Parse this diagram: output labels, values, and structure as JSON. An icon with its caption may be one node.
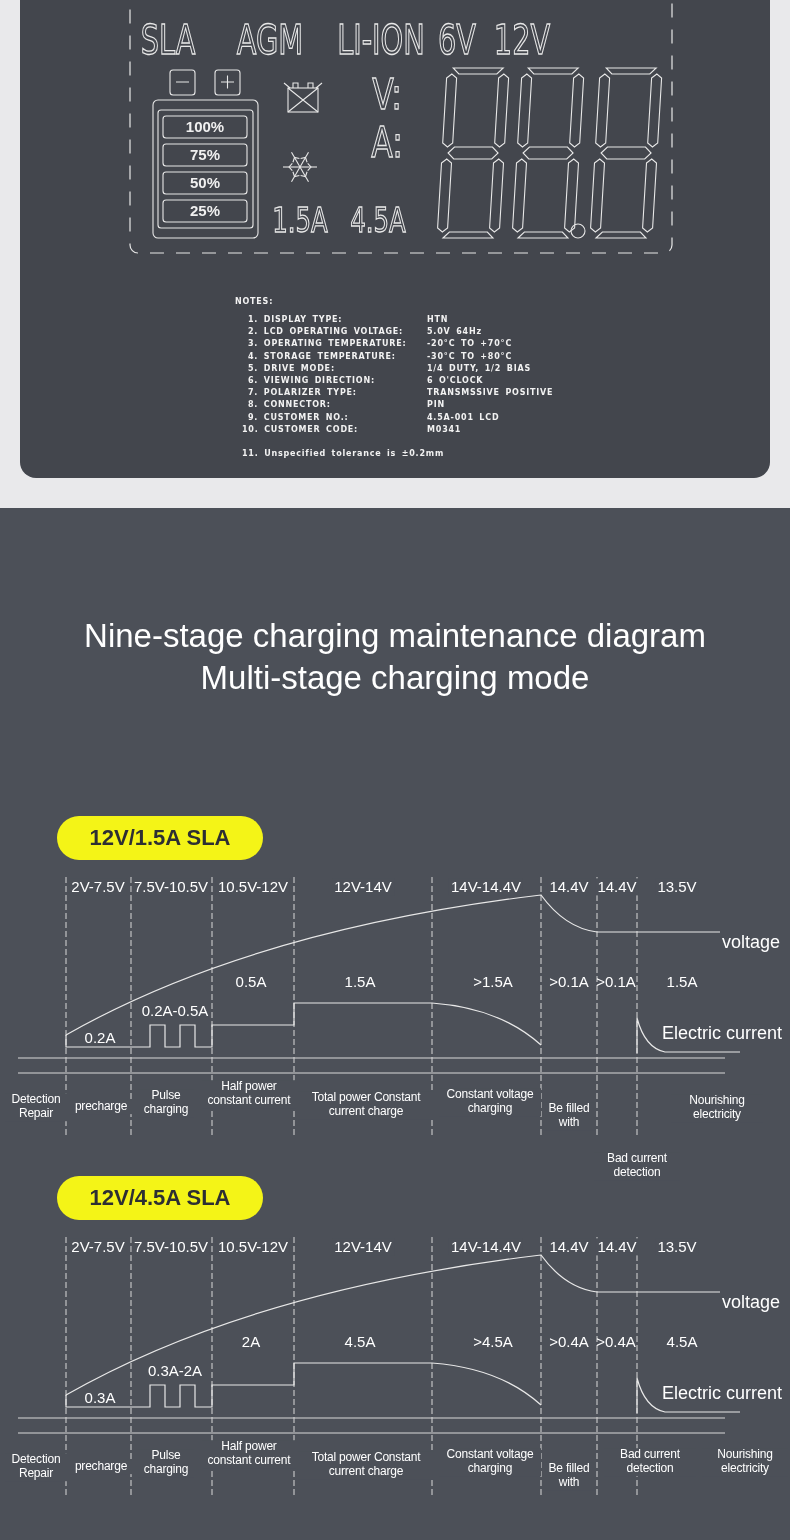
{
  "diagram": {
    "title": "Nine-stage charging maintenance diagram",
    "labels": [
      "SLA",
      "AGM",
      "LI-ION",
      "6V",
      "12V",
      "100%",
      "75%",
      "50%",
      "25%",
      "V:",
      "A:",
      "1.5A",
      "4.5A",
      "NOTES:",
      "1. DISPLAY TYPE:",
      "HTN",
      "2. LCD OPERATING VOLTAGE:",
      "5.0V 64Hz",
      "3. OPERATING TEMPERATURE:",
      "-20°C TO +70°C",
      "4. STORAGE TEMPERATURE:",
      "-30°C TO +80°C",
      "5. DRIVE MODE:",
      "1/4 DUTY, 1/2 BIAS",
      "6. VIEWING DIRECTION:",
      "6 O'CLOCK",
      "7. POLARIZER TYPE:",
      "TRANSMSSIVE POSITIVE",
      "8. CONNECTOR:",
      "PIN",
      "9. CUSTOMER NO.:",
      "4.5A-001 LCD",
      "10. CUSTOMER CODE:",
      "M0341",
      "11. Unspecified tolerance is ±0.2mm",
      "Multi-stage charging mode",
      "12V/1.5A SLA",
      "2V-7.5V",
      "7.5V-10.5V",
      "10.5V-12V",
      "12V-14V",
      "14V-14.4V",
      "14.4V",
      "14.4V",
      "13.5V",
      "voltage",
      "0.5A",
      "1.5A",
      ">1.5A",
      ">0.1A",
      ">0.1A",
      "1.5A",
      "0.2A-0.5A",
      "0.2A",
      "Electric current",
      "Detection Repair",
      "precharge",
      "Pulse charging",
      "Half power constant current",
      "Total power Constant current charge",
      "Constant voltage charging",
      "Be filled with",
      "Nourishing electricity",
      "Bad current detection",
      "12V/4.5A SLA",
      "2V-7.5V",
      "7.5V-10.5V",
      "10.5V-12V",
      "12V-14V",
      "14V-14.4V",
      "14.4V",
      "14.4V",
      "13.5V",
      "voltage",
      "2A",
      "4.5A",
      ">4.5A",
      ">0.4A",
      ">0.4A",
      "4.5A",
      "0.3A-2A",
      "0.3A",
      "Electric current",
      "Detection Repair",
      "precharge",
      "Pulse charging",
      "Half power constant current",
      "Total power Constant current charge",
      "Constant voltage charging",
      "Be filled with",
      "Bad current detection",
      "Nourishing electricity"
    ]
  }
}
